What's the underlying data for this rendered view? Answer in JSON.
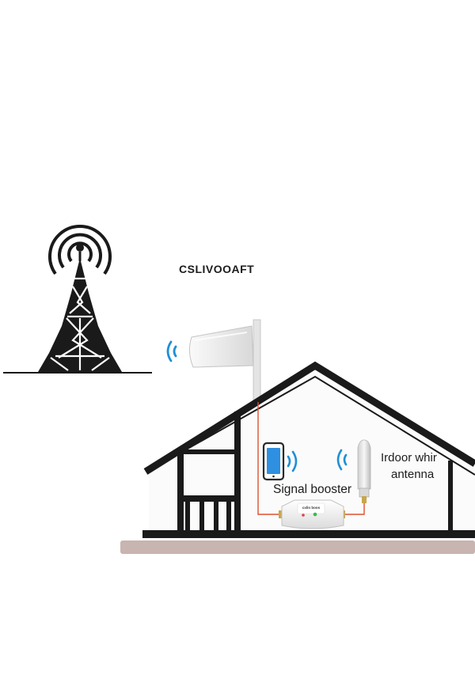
{
  "labels": {
    "tower": "CSLIVOOAFT",
    "booster": "Signal booster",
    "indoor_antenna_line1": "Irdoor whir",
    "indoor_antenna_line2": "antenna",
    "booster_brand": "cxlin boos"
  },
  "colors": {
    "outline": "#1a1a1a",
    "signal_wave": "#1f8fd6",
    "cable": "#e05030",
    "floor": "#c8b4b0",
    "antenna": "#ececec",
    "phone_screen": "#2f8fe0"
  },
  "icons": {
    "cell_tower": "cell-tower-icon",
    "outdoor_antenna": "panel-antenna-icon",
    "phone": "smartphone-icon",
    "booster": "signal-booster-icon",
    "indoor_antenna": "whip-antenna-icon",
    "wave": "wifi-wave-icon"
  }
}
